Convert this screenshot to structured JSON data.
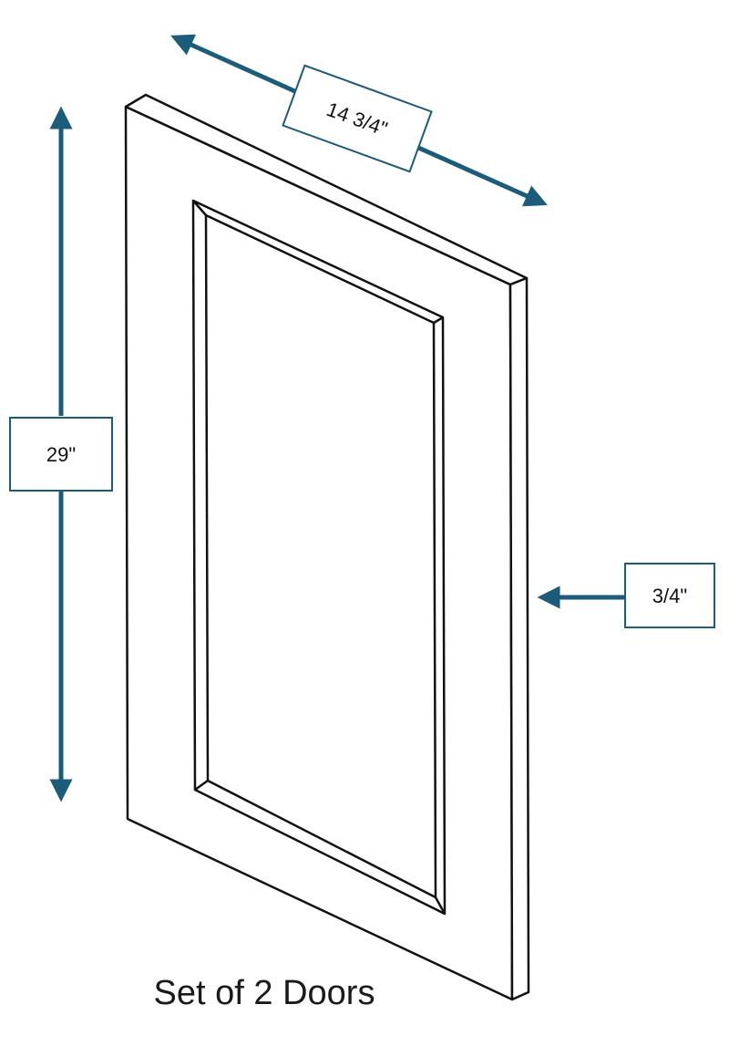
{
  "colors": {
    "accent": "#1d5b7a",
    "outline": "#111111",
    "background": "#ffffff"
  },
  "dimensions": {
    "width": "14 3/4\"",
    "height": "29\"",
    "thickness": "3/4\""
  },
  "caption": "Set of 2 Doors"
}
